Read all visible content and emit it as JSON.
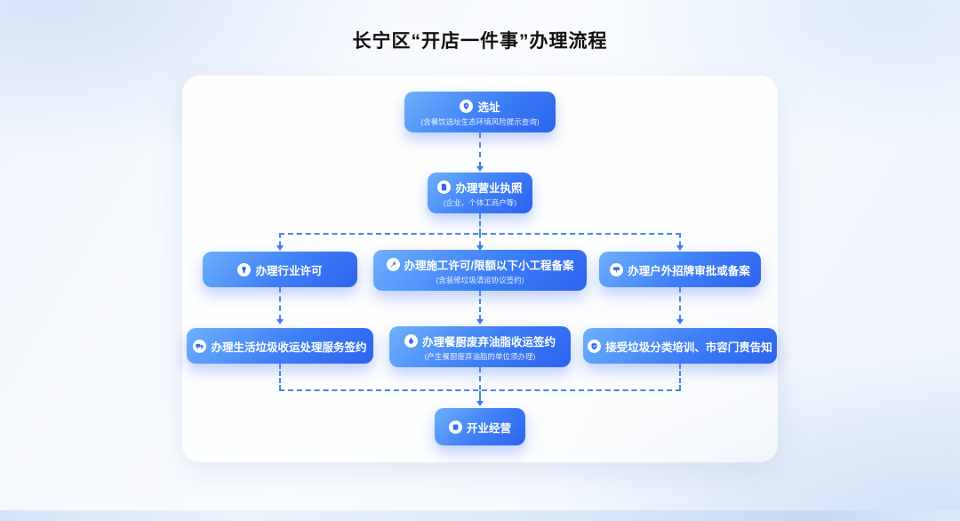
{
  "page": {
    "title": "长宁区“开店一件事”办理流程"
  },
  "flow": {
    "nodes": {
      "site": {
        "label": "选址",
        "sublabel": "(含餐饮选址生态环境风险提示查询)",
        "icon": "location-pin"
      },
      "license": {
        "label": "办理营业执照",
        "sublabel": "(企业、个体工商户等)",
        "icon": "license-document"
      },
      "industry": {
        "label": "办理行业许可",
        "icon": "permit-badge"
      },
      "construction": {
        "label": "办理施工许可/限额以下小工程备案",
        "sublabel": "(含装修垃圾清运协议签约)",
        "icon": "construction-wrench"
      },
      "signboard": {
        "label": "办理户外招牌审批或备案",
        "icon": "signboard"
      },
      "waste": {
        "label": "办理生活垃圾收运处理服务签约",
        "icon": "garbage-truck"
      },
      "oil": {
        "label": "办理餐厨废弃油脂收运签约",
        "sublabel": "(产生餐厨废弃油脂的单位须办理)",
        "icon": "oil-droplet"
      },
      "training": {
        "label": "接受垃圾分类培训、市容门责告知",
        "icon": "training-shield"
      },
      "open": {
        "label": "开业经营",
        "icon": "shop"
      }
    },
    "colors": {
      "node_gradient_start": "#6DB0FB",
      "node_gradient_end": "#2D63EE",
      "connector": "#4584F4",
      "panel_background": "#FFFFFF",
      "title_color": "#101010"
    }
  }
}
